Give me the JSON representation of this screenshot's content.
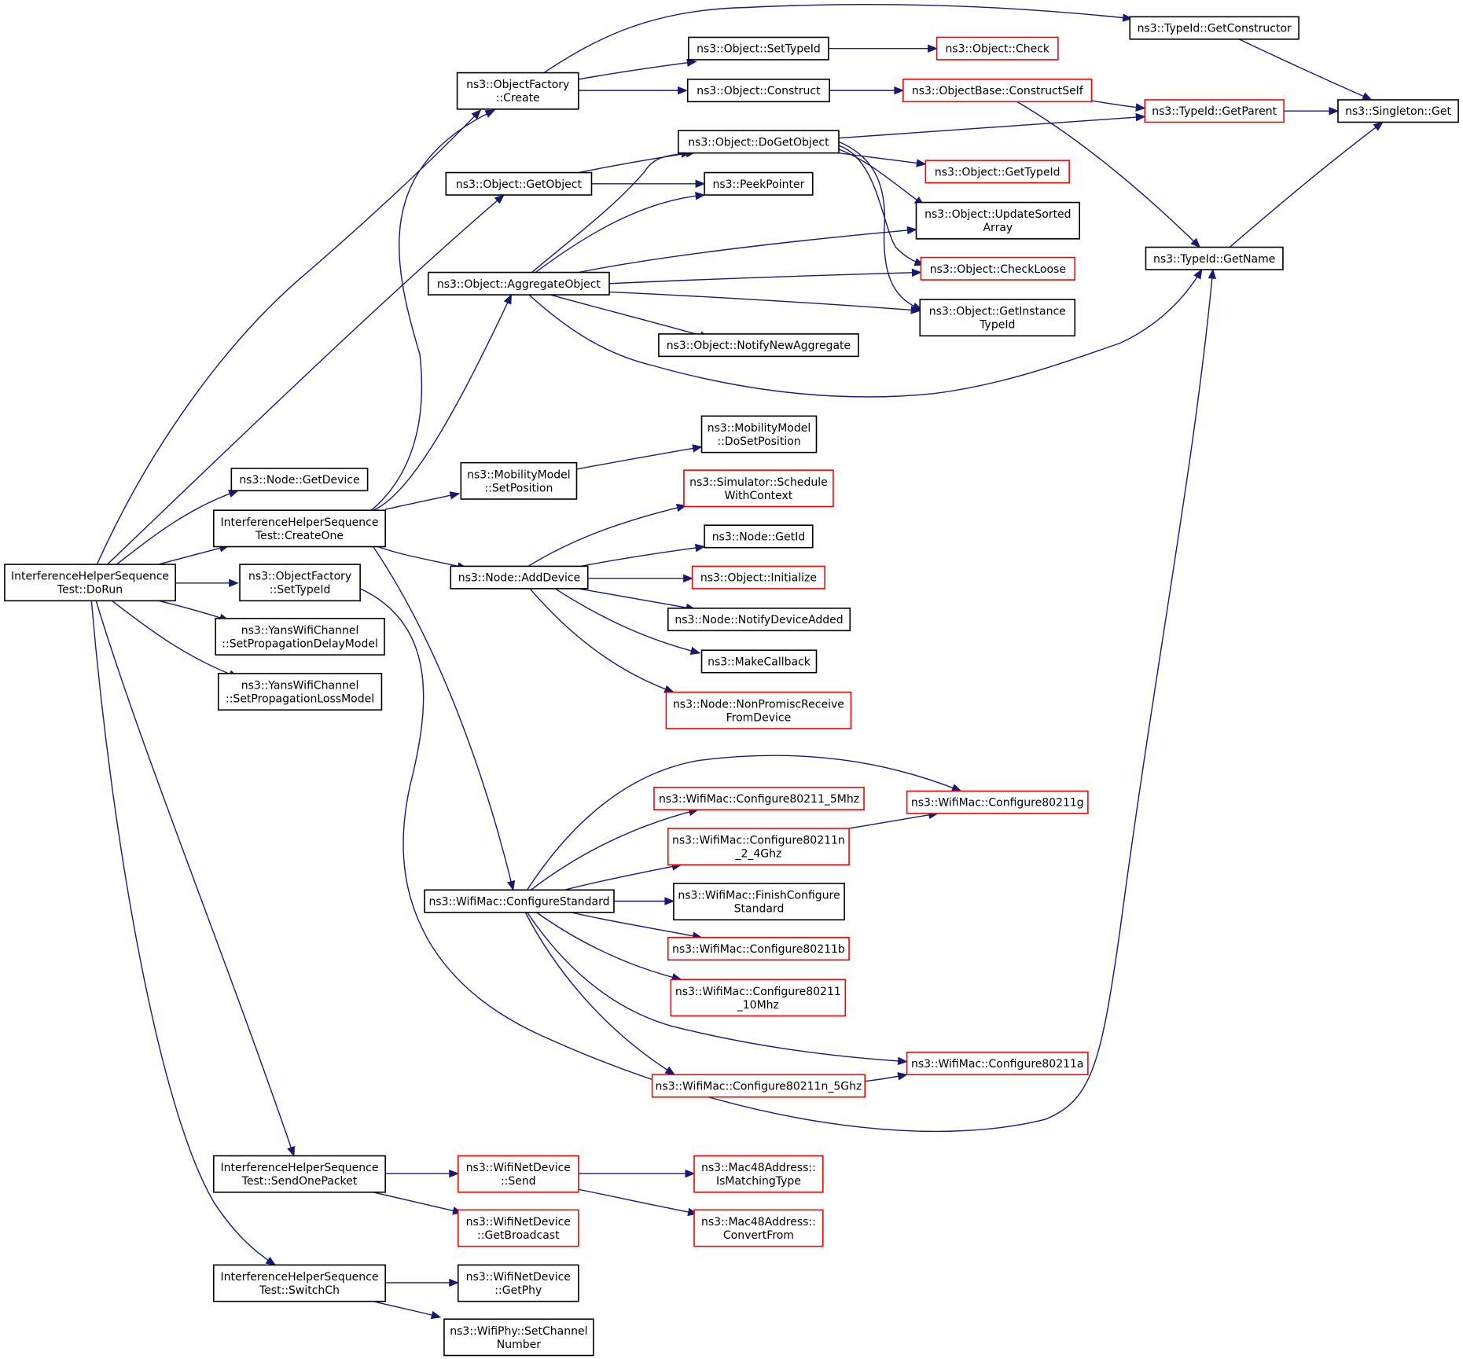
{
  "colors": {
    "edge": "#191970",
    "border_normal": "#000000",
    "border_truncated": "#ff0000",
    "root_fill": "#bfbfbf"
  },
  "nodes": [
    {
      "id": "dorun",
      "lines": [
        "InterferenceHelperSequence",
        "Test::DoRun"
      ],
      "style": "root"
    },
    {
      "id": "getdevice",
      "lines": [
        "ns3::Node::GetDevice"
      ],
      "style": "normal"
    },
    {
      "id": "createone",
      "lines": [
        "InterferenceHelperSequence",
        "Test::CreateOne"
      ],
      "style": "normal"
    },
    {
      "id": "of_settypeid",
      "lines": [
        "ns3::ObjectFactory",
        "::SetTypeId"
      ],
      "style": "normal"
    },
    {
      "id": "setpropdelay",
      "lines": [
        "ns3::YansWifiChannel",
        "::SetPropagationDelayModel"
      ],
      "style": "normal"
    },
    {
      "id": "setproploss",
      "lines": [
        "ns3::YansWifiChannel",
        "::SetPropagationLossModel"
      ],
      "style": "normal"
    },
    {
      "id": "sendonepacket",
      "lines": [
        "InterferenceHelperSequence",
        "Test::SendOnePacket"
      ],
      "style": "normal"
    },
    {
      "id": "switchch",
      "lines": [
        "InterferenceHelperSequence",
        "Test::SwitchCh"
      ],
      "style": "normal"
    },
    {
      "id": "of_create",
      "lines": [
        "ns3::ObjectFactory",
        "::Create"
      ],
      "style": "normal"
    },
    {
      "id": "getobject",
      "lines": [
        "ns3::Object::GetObject"
      ],
      "style": "normal"
    },
    {
      "id": "aggregateobject",
      "lines": [
        "ns3::Object::AggregateObject"
      ],
      "style": "normal"
    },
    {
      "id": "mm_setposition",
      "lines": [
        "ns3::MobilityModel",
        "::SetPosition"
      ],
      "style": "normal"
    },
    {
      "id": "adddevice",
      "lines": [
        "ns3::Node::AddDevice"
      ],
      "style": "normal"
    },
    {
      "id": "configurestandard",
      "lines": [
        "ns3::WifiMac::ConfigureStandard"
      ],
      "style": "normal"
    },
    {
      "id": "wnd_send",
      "lines": [
        "ns3::WifiNetDevice",
        "::Send"
      ],
      "style": "truncated"
    },
    {
      "id": "wnd_getbroadcast",
      "lines": [
        "ns3::WifiNetDevice",
        "::GetBroadcast"
      ],
      "style": "truncated"
    },
    {
      "id": "wnd_getphy",
      "lines": [
        "ns3::WifiNetDevice",
        "::GetPhy"
      ],
      "style": "normal"
    },
    {
      "id": "setchannelnumber",
      "lines": [
        "ns3::WifiPhy::SetChannel",
        "Number"
      ],
      "style": "normal"
    },
    {
      "id": "obj_settypeid",
      "lines": [
        "ns3::Object::SetTypeId"
      ],
      "style": "normal"
    },
    {
      "id": "obj_construct",
      "lines": [
        "ns3::Object::Construct"
      ],
      "style": "normal"
    },
    {
      "id": "dogetobject",
      "lines": [
        "ns3::Object::DoGetObject"
      ],
      "style": "normal"
    },
    {
      "id": "peekpointer",
      "lines": [
        "ns3::PeekPointer"
      ],
      "style": "normal"
    },
    {
      "id": "notifynewaggregate",
      "lines": [
        "ns3::Object::NotifyNewAggregate"
      ],
      "style": "normal"
    },
    {
      "id": "mm_dosetposition",
      "lines": [
        "ns3::MobilityModel",
        "::DoSetPosition"
      ],
      "style": "normal"
    },
    {
      "id": "schedulewithcontext",
      "lines": [
        "ns3::Simulator::Schedule",
        "WithContext"
      ],
      "style": "truncated"
    },
    {
      "id": "node_getid",
      "lines": [
        "ns3::Node::GetId"
      ],
      "style": "normal"
    },
    {
      "id": "obj_initialize",
      "lines": [
        "ns3::Object::Initialize"
      ],
      "style": "truncated"
    },
    {
      "id": "notifydeviceadded",
      "lines": [
        "ns3::Node::NotifyDeviceAdded"
      ],
      "style": "normal"
    },
    {
      "id": "makecallback",
      "lines": [
        "ns3::MakeCallback"
      ],
      "style": "normal"
    },
    {
      "id": "nonpromisc",
      "lines": [
        "ns3::Node::NonPromiscReceive",
        "FromDevice"
      ],
      "style": "truncated"
    },
    {
      "id": "cfg_5mhz",
      "lines": [
        "ns3::WifiMac::Configure80211_5Mhz"
      ],
      "style": "truncated"
    },
    {
      "id": "cfg_n24",
      "lines": [
        "ns3::WifiMac::Configure80211n",
        "_2_4Ghz"
      ],
      "style": "truncated"
    },
    {
      "id": "finishconfigure",
      "lines": [
        "ns3::WifiMac::FinishConfigure",
        "Standard"
      ],
      "style": "normal"
    },
    {
      "id": "cfg_b",
      "lines": [
        "ns3::WifiMac::Configure80211b"
      ],
      "style": "truncated"
    },
    {
      "id": "cfg_10mhz",
      "lines": [
        "ns3::WifiMac::Configure80211",
        "_10Mhz"
      ],
      "style": "truncated"
    },
    {
      "id": "cfg_n5",
      "lines": [
        "ns3::WifiMac::Configure80211n_5Ghz"
      ],
      "style": "truncated"
    },
    {
      "id": "ismatchingtype",
      "lines": [
        "ns3::Mac48Address::",
        "IsMatchingType"
      ],
      "style": "truncated"
    },
    {
      "id": "convertfrom",
      "lines": [
        "ns3::Mac48Address::",
        "ConvertFrom"
      ],
      "style": "truncated"
    },
    {
      "id": "obj_check",
      "lines": [
        "ns3::Object::Check"
      ],
      "style": "truncated"
    },
    {
      "id": "constructself",
      "lines": [
        "ns3::ObjectBase::ConstructSelf"
      ],
      "style": "truncated"
    },
    {
      "id": "obj_gettypeid",
      "lines": [
        "ns3::Object::GetTypeId"
      ],
      "style": "truncated"
    },
    {
      "id": "updatesortedarray",
      "lines": [
        "ns3::Object::UpdateSorted",
        "Array"
      ],
      "style": "normal"
    },
    {
      "id": "checkloose",
      "lines": [
        "ns3::Object::CheckLoose"
      ],
      "style": "truncated"
    },
    {
      "id": "getinstancetypeid",
      "lines": [
        "ns3::Object::GetInstance",
        "TypeId"
      ],
      "style": "normal"
    },
    {
      "id": "cfg_g",
      "lines": [
        "ns3::WifiMac::Configure80211g"
      ],
      "style": "truncated"
    },
    {
      "id": "cfg_a",
      "lines": [
        "ns3::WifiMac::Configure80211a"
      ],
      "style": "truncated"
    },
    {
      "id": "getconstructor",
      "lines": [
        "ns3::TypeId::GetConstructor"
      ],
      "style": "normal"
    },
    {
      "id": "getparent",
      "lines": [
        "ns3::TypeId::GetParent"
      ],
      "style": "truncated"
    },
    {
      "id": "getname",
      "lines": [
        "ns3::TypeId::GetName"
      ],
      "style": "normal"
    },
    {
      "id": "singleton_get",
      "lines": [
        "ns3::Singleton::Get"
      ],
      "style": "normal"
    }
  ],
  "edges": [
    [
      "dorun",
      "of_create"
    ],
    [
      "dorun",
      "getobject"
    ],
    [
      "dorun",
      "getdevice"
    ],
    [
      "dorun",
      "createone"
    ],
    [
      "dorun",
      "of_settypeid"
    ],
    [
      "dorun",
      "setpropdelay"
    ],
    [
      "dorun",
      "setproploss"
    ],
    [
      "dorun",
      "sendonepacket"
    ],
    [
      "dorun",
      "switchch"
    ],
    [
      "createone",
      "of_create"
    ],
    [
      "createone",
      "aggregateobject"
    ],
    [
      "createone",
      "mm_setposition"
    ],
    [
      "createone",
      "adddevice"
    ],
    [
      "createone",
      "configurestandard"
    ],
    [
      "of_settypeid",
      "getname"
    ],
    [
      "of_create",
      "getconstructor"
    ],
    [
      "of_create",
      "obj_settypeid"
    ],
    [
      "of_create",
      "obj_construct"
    ],
    [
      "getobject",
      "dogetobject"
    ],
    [
      "getobject",
      "peekpointer"
    ],
    [
      "aggregateobject",
      "dogetobject"
    ],
    [
      "aggregateobject",
      "peekpointer"
    ],
    [
      "aggregateobject",
      "updatesortedarray"
    ],
    [
      "aggregateobject",
      "checkloose"
    ],
    [
      "aggregateobject",
      "getinstancetypeid"
    ],
    [
      "aggregateobject",
      "notifynewaggregate"
    ],
    [
      "aggregateobject",
      "getname"
    ],
    [
      "mm_setposition",
      "mm_dosetposition"
    ],
    [
      "adddevice",
      "schedulewithcontext"
    ],
    [
      "adddevice",
      "node_getid"
    ],
    [
      "adddevice",
      "obj_initialize"
    ],
    [
      "adddevice",
      "notifydeviceadded"
    ],
    [
      "adddevice",
      "makecallback"
    ],
    [
      "adddevice",
      "nonpromisc"
    ],
    [
      "configurestandard",
      "cfg_g"
    ],
    [
      "configurestandard",
      "cfg_5mhz"
    ],
    [
      "configurestandard",
      "cfg_n24"
    ],
    [
      "configurestandard",
      "finishconfigure"
    ],
    [
      "configurestandard",
      "cfg_b"
    ],
    [
      "configurestandard",
      "cfg_10mhz"
    ],
    [
      "configurestandard",
      "cfg_a"
    ],
    [
      "configurestandard",
      "cfg_n5"
    ],
    [
      "cfg_n24",
      "cfg_g"
    ],
    [
      "cfg_n5",
      "cfg_a"
    ],
    [
      "sendonepacket",
      "wnd_send"
    ],
    [
      "sendonepacket",
      "wnd_getbroadcast"
    ],
    [
      "wnd_send",
      "ismatchingtype"
    ],
    [
      "wnd_send",
      "convertfrom"
    ],
    [
      "switchch",
      "wnd_getphy"
    ],
    [
      "switchch",
      "setchannelnumber"
    ],
    [
      "obj_settypeid",
      "obj_check"
    ],
    [
      "obj_construct",
      "constructself"
    ],
    [
      "constructself",
      "getparent"
    ],
    [
      "constructself",
      "getname"
    ],
    [
      "dogetobject",
      "getparent"
    ],
    [
      "dogetobject",
      "obj_gettypeid"
    ],
    [
      "dogetobject",
      "updatesortedarray"
    ],
    [
      "dogetobject",
      "checkloose"
    ],
    [
      "dogetobject",
      "getinstancetypeid"
    ],
    [
      "getconstructor",
      "singleton_get"
    ],
    [
      "getparent",
      "singleton_get"
    ],
    [
      "getname",
      "singleton_get"
    ]
  ]
}
